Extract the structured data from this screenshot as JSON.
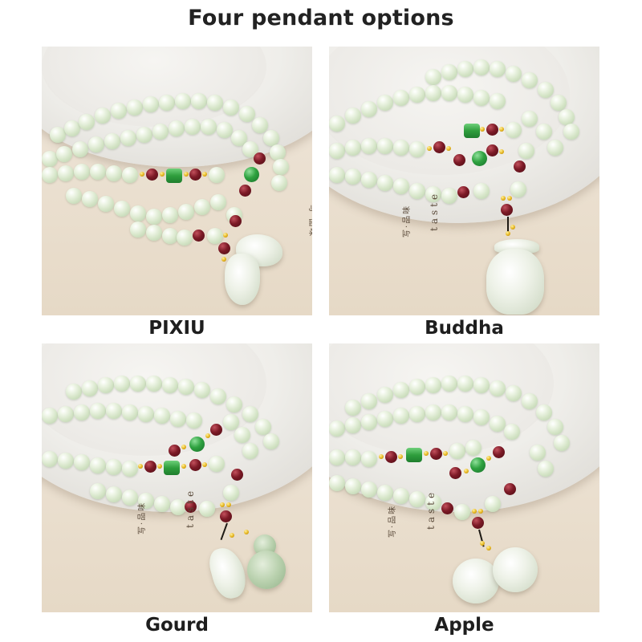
{
  "title": "Four pendant options",
  "options": [
    {
      "label": "PIXIU",
      "position": "top-left",
      "pendant_shape": "pixiu"
    },
    {
      "label": "Buddha",
      "position": "top-right",
      "pendant_shape": "buddha"
    },
    {
      "label": "Gourd",
      "position": "bottom-left",
      "pendant_shape": "gourd"
    },
    {
      "label": "Apple",
      "position": "bottom-right",
      "pendant_shape": "apple"
    }
  ],
  "scene": {
    "paper_text_en": "taste",
    "paper_text_cn": "写·品味"
  },
  "colors": {
    "jade": "#d4e4c6",
    "garnet": "#7c1a26",
    "green_accent": "#2fa240",
    "gold_spacer": "#e6b51f",
    "background": "#eadfcf"
  }
}
